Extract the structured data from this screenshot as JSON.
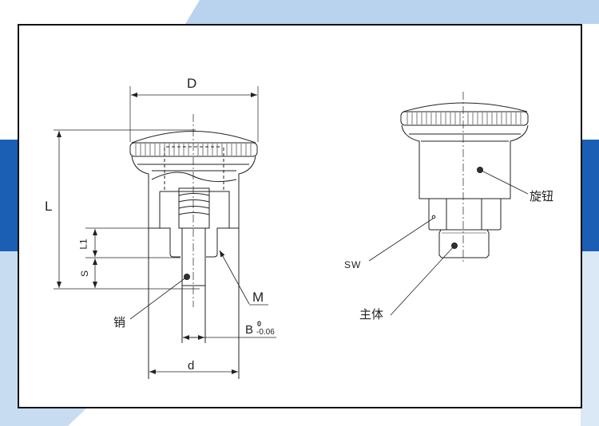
{
  "colors": {
    "accent_blue": "#1a5fb4",
    "light_blue": "#b9d3ee",
    "line": "#222222"
  },
  "left_view": {
    "dim_D": "D",
    "dim_L": "L",
    "dim_L1": "L1",
    "dim_S": "S",
    "dim_d": "d",
    "dim_M": "M",
    "dim_B": "B",
    "tol_upper": "0",
    "tol_lower": "-0.06",
    "part_pin": "销"
  },
  "right_view": {
    "part_knob": "旋钮",
    "part_sw": "SW",
    "part_body": "主体"
  }
}
